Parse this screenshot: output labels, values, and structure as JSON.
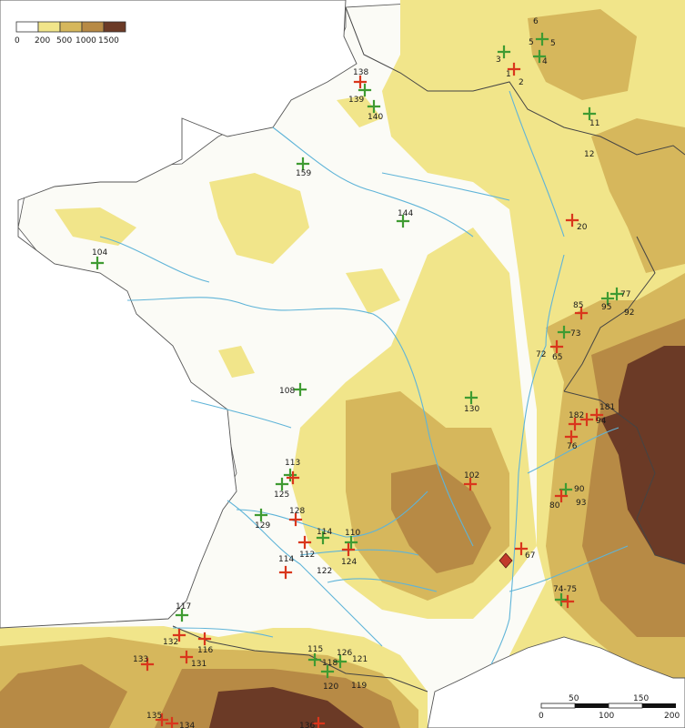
{
  "legend": {
    "ticks": [
      "0",
      "200",
      "500",
      "1000",
      "1500"
    ],
    "colors": [
      "#ffffff",
      "#f1e58a",
      "#d6b75c",
      "#b78a45",
      "#6b3a26"
    ]
  },
  "scale_bar": {
    "top_labels": [
      "50",
      "150"
    ],
    "bottom_labels": [
      "0",
      "100",
      "200"
    ]
  },
  "site_colors": {
    "green": "#3f9b32",
    "red": "#d9361c",
    "diamond": "#c23a2b"
  },
  "site_labels": {
    "s1": "1",
    "s2": "2",
    "s3": "3",
    "s4": "4",
    "s5a": "5",
    "s5b": "5",
    "s6": "6",
    "s11": "11",
    "s12": "12",
    "s20": "20",
    "s65": "65",
    "s67": "67",
    "s72": "72",
    "s73": "73",
    "s74": "74-75",
    "s76": "76",
    "s77": "77",
    "s80": "80",
    "s85": "85",
    "s90": "90",
    "s92": "92",
    "s93": "93",
    "s94": "94",
    "s95": "95",
    "s102": "102",
    "s104": "104",
    "s108": "108",
    "s110": "110",
    "s112": "112",
    "s113": "113",
    "s114a": "114",
    "s114b": "114",
    "s115": "115",
    "s116": "116",
    "s117": "117",
    "s118": "118",
    "s119": "119",
    "s120": "120",
    "s121": "121",
    "s122": "122",
    "s124": "124",
    "s125": "125",
    "s126": "126",
    "s128": "128",
    "s129": "129",
    "s130": "130",
    "s131": "131",
    "s132": "132",
    "s133": "133",
    "s134": "134",
    "s135": "135",
    "s136": "136",
    "s138": "138",
    "s139": "139",
    "s140": "140",
    "s144": "144",
    "s159": "159",
    "s181": "181",
    "s182": "182"
  }
}
